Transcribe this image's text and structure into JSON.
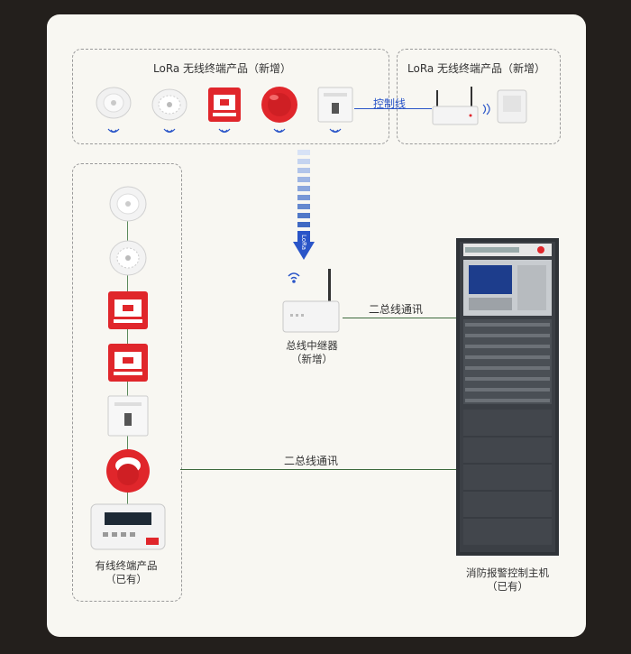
{
  "diagram": {
    "lora_group_left": {
      "title": "LoRa 无线终端产品（新增）"
    },
    "lora_group_right": {
      "title": "LoRa 无线终端产品（新增）"
    },
    "control_line_label": "控制线",
    "relay": {
      "line1": "总线中继器",
      "line2": "（新增）"
    },
    "arrow_text": "LoRa",
    "bus_label_top": "二总线通讯",
    "bus_label_bottom": "二总线通讯",
    "wired_group": {
      "line1": "有线终端产品",
      "line2": "（已有）"
    },
    "host": {
      "line1": "消防报警控制主机",
      "line2": "（已有）"
    }
  },
  "colors": {
    "accent_blue": "#2a55c8",
    "bus_green": "#3d6a3d",
    "device_red": "#e0262b",
    "cabinet": "#3b3f45"
  }
}
